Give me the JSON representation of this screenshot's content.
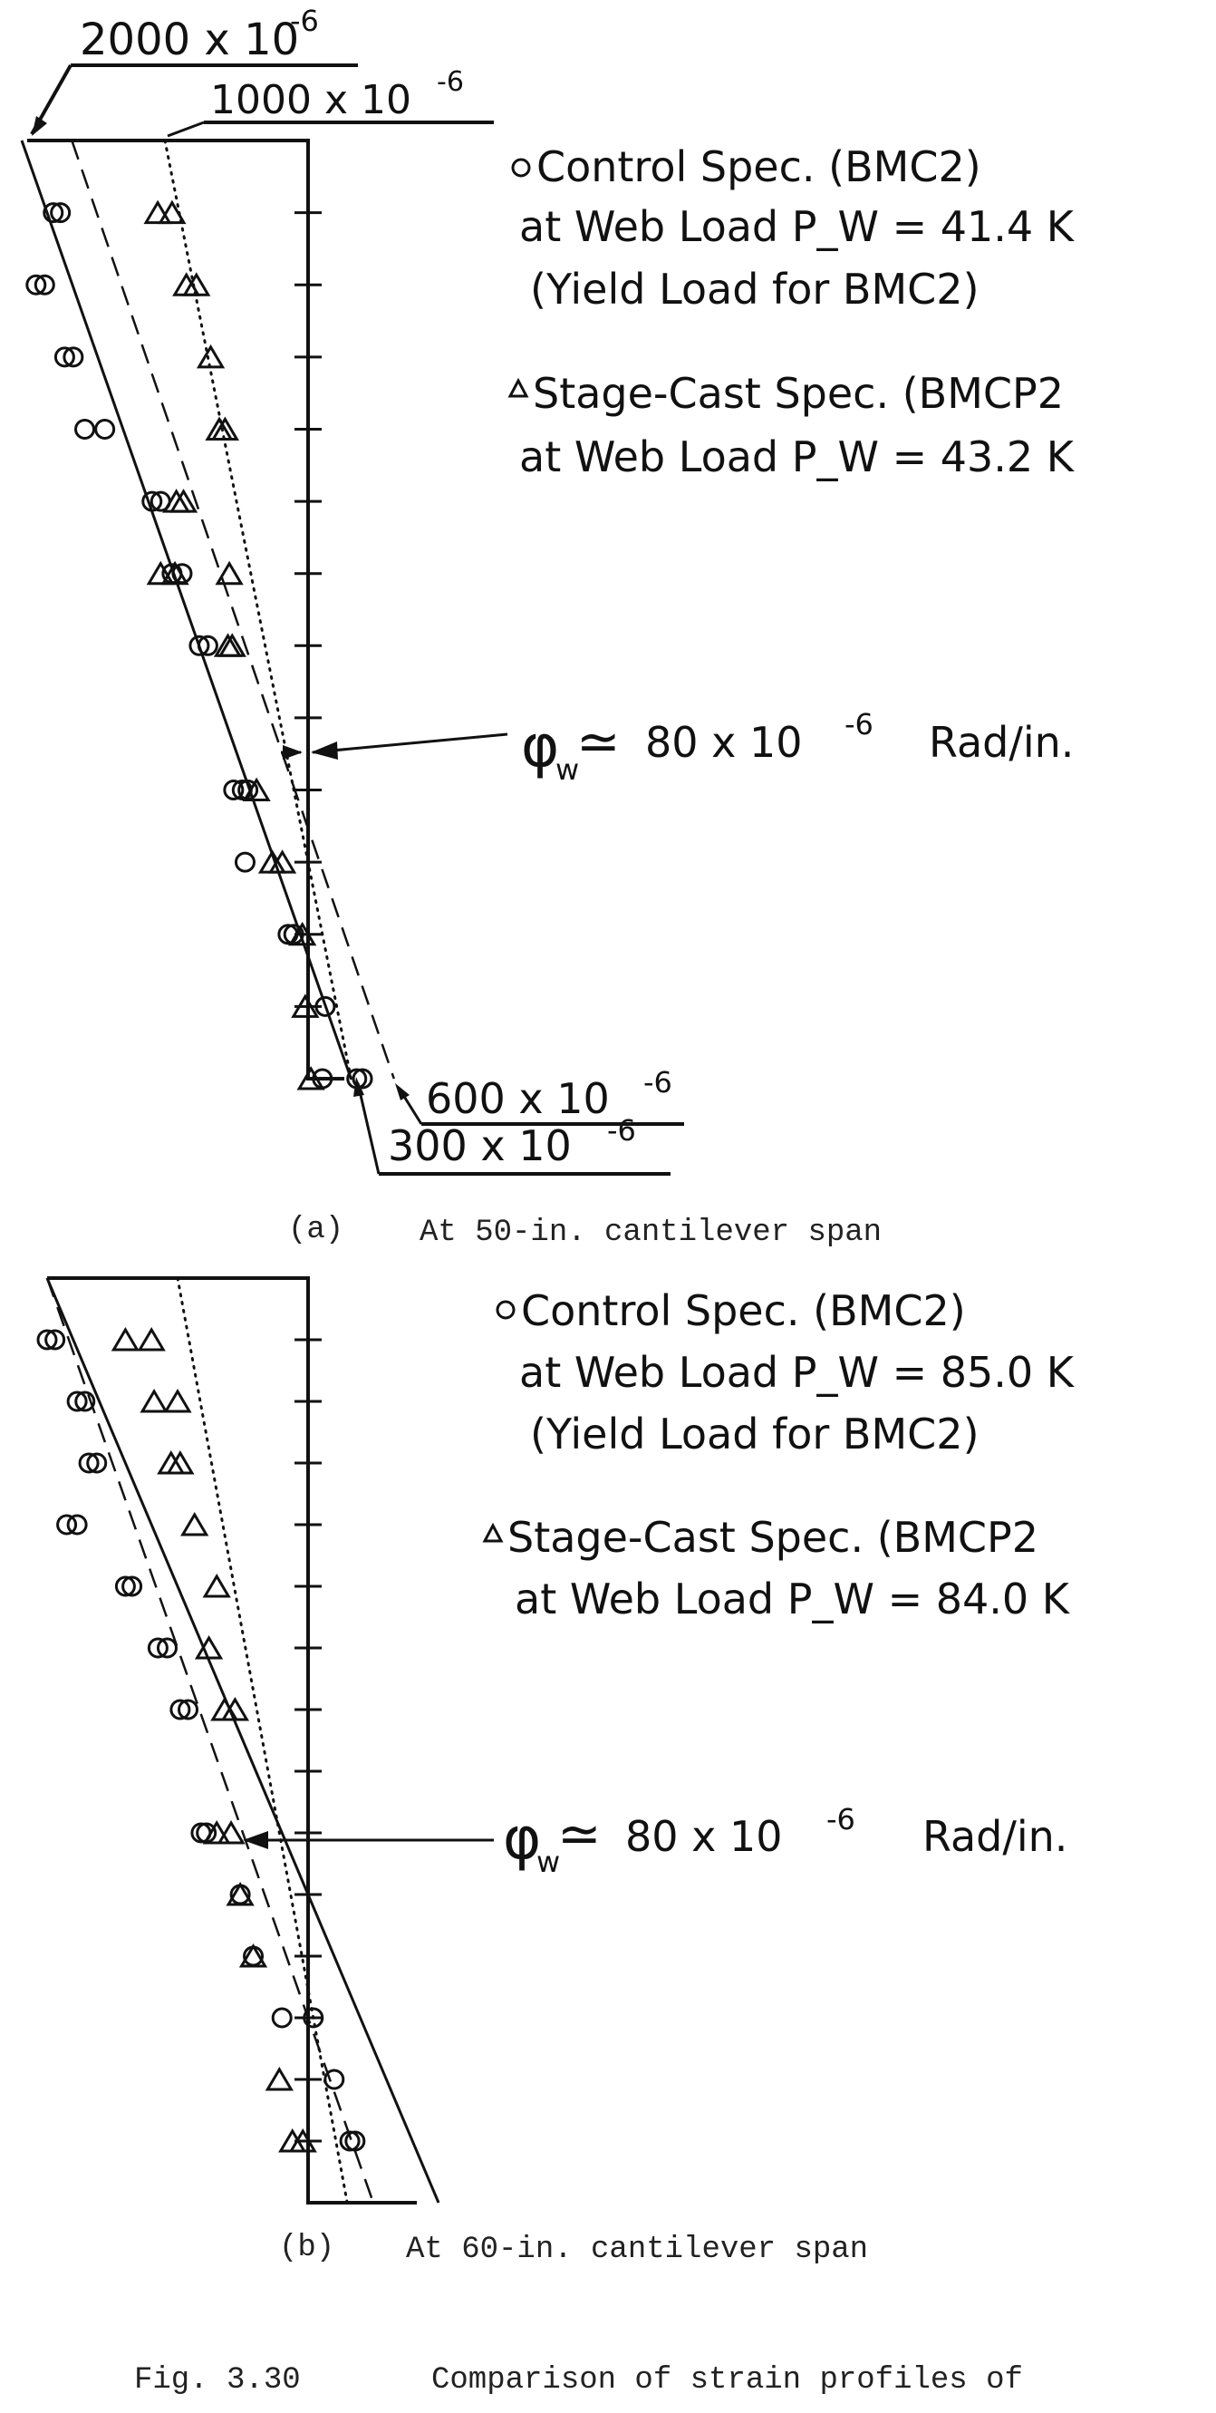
{
  "figure": {
    "number": "Fig. 3.30",
    "caption": "Comparison of strain profiles of"
  },
  "chart_data": [
    {
      "type": "scatter",
      "panel": "(a)",
      "caption": "At 50-in. cantilever span",
      "bound_labels": [
        {
          "text": "2000 x 10",
          "exp": "-6"
        },
        {
          "text": "1000 x 10",
          "exp": "-6"
        },
        {
          "text": "600 x 10",
          "exp": "-6"
        },
        {
          "text": "300 x 10",
          "exp": "-6"
        }
      ],
      "legend": [
        {
          "marker": "circle",
          "lines": [
            "Control Spec. (BMC2)",
            "at Web Load P_W = 41.4 K",
            "(Yield Load for BMC2)"
          ]
        },
        {
          "marker": "triangle",
          "lines": [
            "Stage-Cast Spec. (BMCP2",
            "at Web Load P_W = 43.2 K"
          ]
        }
      ],
      "curvature_label": {
        "phi": "φ",
        "sub": "w",
        "approx": "≃",
        "text": "80 x 10",
        "exp": "-6",
        "unit": "Rad/in."
      },
      "series": [
        {
          "name": "circle",
          "points": [
            [
              -1780,
              1
            ],
            [
              -1730,
              1
            ],
            [
              -1900,
              2
            ],
            [
              -1840,
              2
            ],
            [
              -1700,
              3
            ],
            [
              -1640,
              3
            ],
            [
              -1560,
              4
            ],
            [
              -1420,
              4
            ],
            [
              -1090,
              5
            ],
            [
              -1030,
              5
            ],
            [
              -950,
              6
            ],
            [
              -880,
              6
            ],
            [
              -760,
              7
            ],
            [
              -700,
              7
            ],
            [
              -520,
              9
            ],
            [
              -460,
              9
            ],
            [
              -420,
              9
            ],
            [
              -440,
              10
            ],
            [
              -100,
              11
            ],
            [
              -140,
              11
            ],
            [
              120,
              12
            ],
            [
              100,
              13
            ],
            [
              380,
              13
            ],
            [
              340,
              13
            ]
          ]
        },
        {
          "name": "triangle",
          "points": [
            [
              -1050,
              1
            ],
            [
              -950,
              1
            ],
            [
              -850,
              2
            ],
            [
              -780,
              2
            ],
            [
              -680,
              3
            ],
            [
              -620,
              4
            ],
            [
              -580,
              4
            ],
            [
              -920,
              5
            ],
            [
              -870,
              5
            ],
            [
              -1030,
              6
            ],
            [
              -930,
              6
            ],
            [
              -550,
              6
            ],
            [
              -560,
              7
            ],
            [
              -530,
              7
            ],
            [
              -360,
              9
            ],
            [
              -250,
              10
            ],
            [
              -180,
              10
            ],
            [
              -40,
              11
            ],
            [
              -20,
              12
            ],
            [
              20,
              13
            ]
          ]
        }
      ],
      "lines": [
        {
          "style": "solid",
          "y": [
            0,
            13
          ],
          "x": [
            -2000,
            300
          ]
        },
        {
          "style": "dashed",
          "y": [
            0,
            13
          ],
          "x": [
            -1650,
            600
          ]
        },
        {
          "style": "dotted",
          "y": [
            0,
            13
          ],
          "x": [
            -1000,
            300
          ]
        }
      ],
      "ylim": [
        0,
        13
      ],
      "y_ticks": 13
    },
    {
      "type": "scatter",
      "panel": "(b)",
      "caption": "At 60-in. cantilever span",
      "legend": [
        {
          "marker": "circle",
          "lines": [
            "Control Spec. (BMC2)",
            "at Web Load P_W = 85.0 K",
            "(Yield Load for BMC2)"
          ]
        },
        {
          "marker": "triangle",
          "lines": [
            "Stage-Cast Spec. (BMCP2",
            "at Web Load P_W = 84.0 K"
          ]
        }
      ],
      "curvature_label": {
        "phi": "φ",
        "sub": "w",
        "approx": "≃",
        "text": "80 x 10",
        "exp": "-6",
        "unit": "Rad/in."
      },
      "series": [
        {
          "name": "circle",
          "points": [
            [
              -2000,
              1
            ],
            [
              -1940,
              1
            ],
            [
              -1770,
              2
            ],
            [
              -1710,
              2
            ],
            [
              -1680,
              3
            ],
            [
              -1620,
              3
            ],
            [
              -1850,
              4
            ],
            [
              -1770,
              4
            ],
            [
              -1400,
              5
            ],
            [
              -1350,
              5
            ],
            [
              -1150,
              6
            ],
            [
              -1080,
              6
            ],
            [
              -980,
              7
            ],
            [
              -920,
              7
            ],
            [
              -820,
              9
            ],
            [
              -780,
              9
            ],
            [
              -520,
              10
            ],
            [
              -420,
              11
            ],
            [
              -200,
              12
            ],
            [
              40,
              12
            ],
            [
              200,
              13
            ],
            [
              320,
              14
            ],
            [
              360,
              14
            ]
          ]
        },
        {
          "name": "triangle",
          "points": [
            [
              -1400,
              1
            ],
            [
              -1200,
              1
            ],
            [
              -1180,
              2
            ],
            [
              -1000,
              2
            ],
            [
              -1050,
              3
            ],
            [
              -980,
              3
            ],
            [
              -870,
              4
            ],
            [
              -700,
              5
            ],
            [
              -760,
              6
            ],
            [
              -640,
              7
            ],
            [
              -560,
              7
            ],
            [
              -700,
              9
            ],
            [
              -590,
              9
            ],
            [
              -520,
              10
            ],
            [
              -420,
              11
            ],
            [
              -220,
              13
            ],
            [
              -120,
              14
            ],
            [
              -40,
              14
            ]
          ]
        }
      ],
      "lines": [
        {
          "style": "solid",
          "y": [
            0,
            15
          ],
          "x": [
            -2000,
            1000
          ]
        },
        {
          "style": "dashed",
          "y": [
            0,
            15
          ],
          "x": [
            -2000,
            500
          ]
        },
        {
          "style": "dotted",
          "y": [
            0,
            15
          ],
          "x": [
            -1000,
            300
          ]
        }
      ],
      "ylim": [
        0,
        15
      ],
      "y_ticks": 15
    }
  ]
}
